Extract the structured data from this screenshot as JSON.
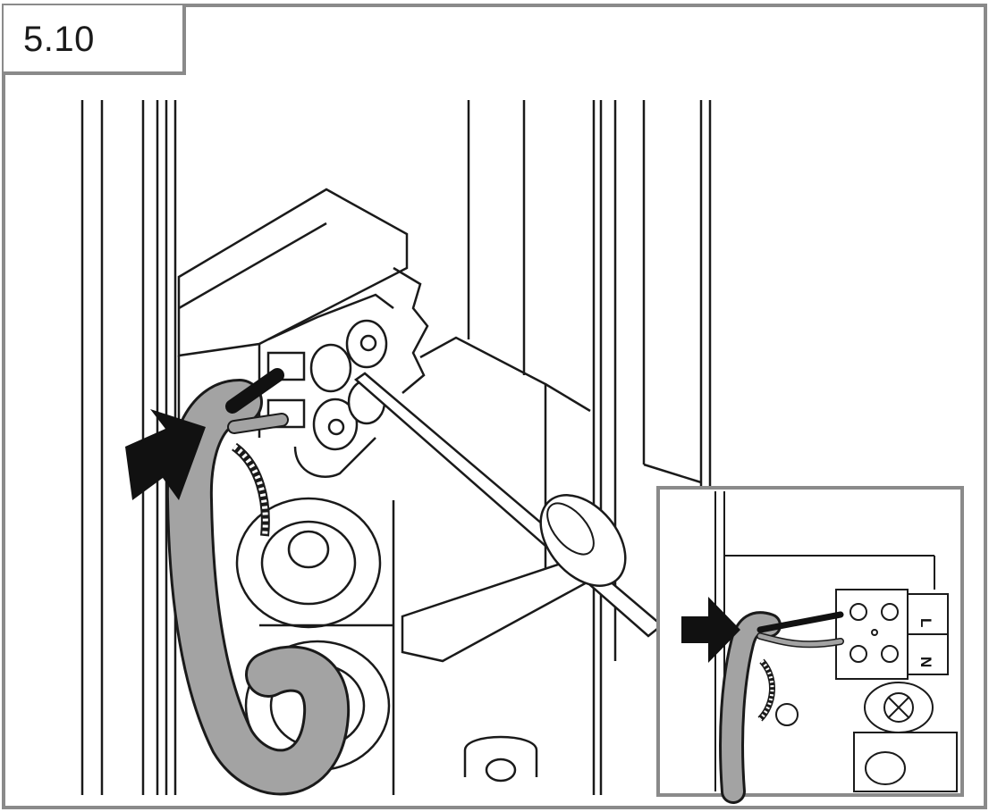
{
  "figure": {
    "step_number": "5.10",
    "inset": {
      "terminal_labels": [
        "L",
        "N"
      ]
    },
    "colors": {
      "frame": "#8a8a8a",
      "line": "#1a1a1a",
      "cable_gray": "#a3a3a3",
      "arrow": "#111111"
    }
  }
}
